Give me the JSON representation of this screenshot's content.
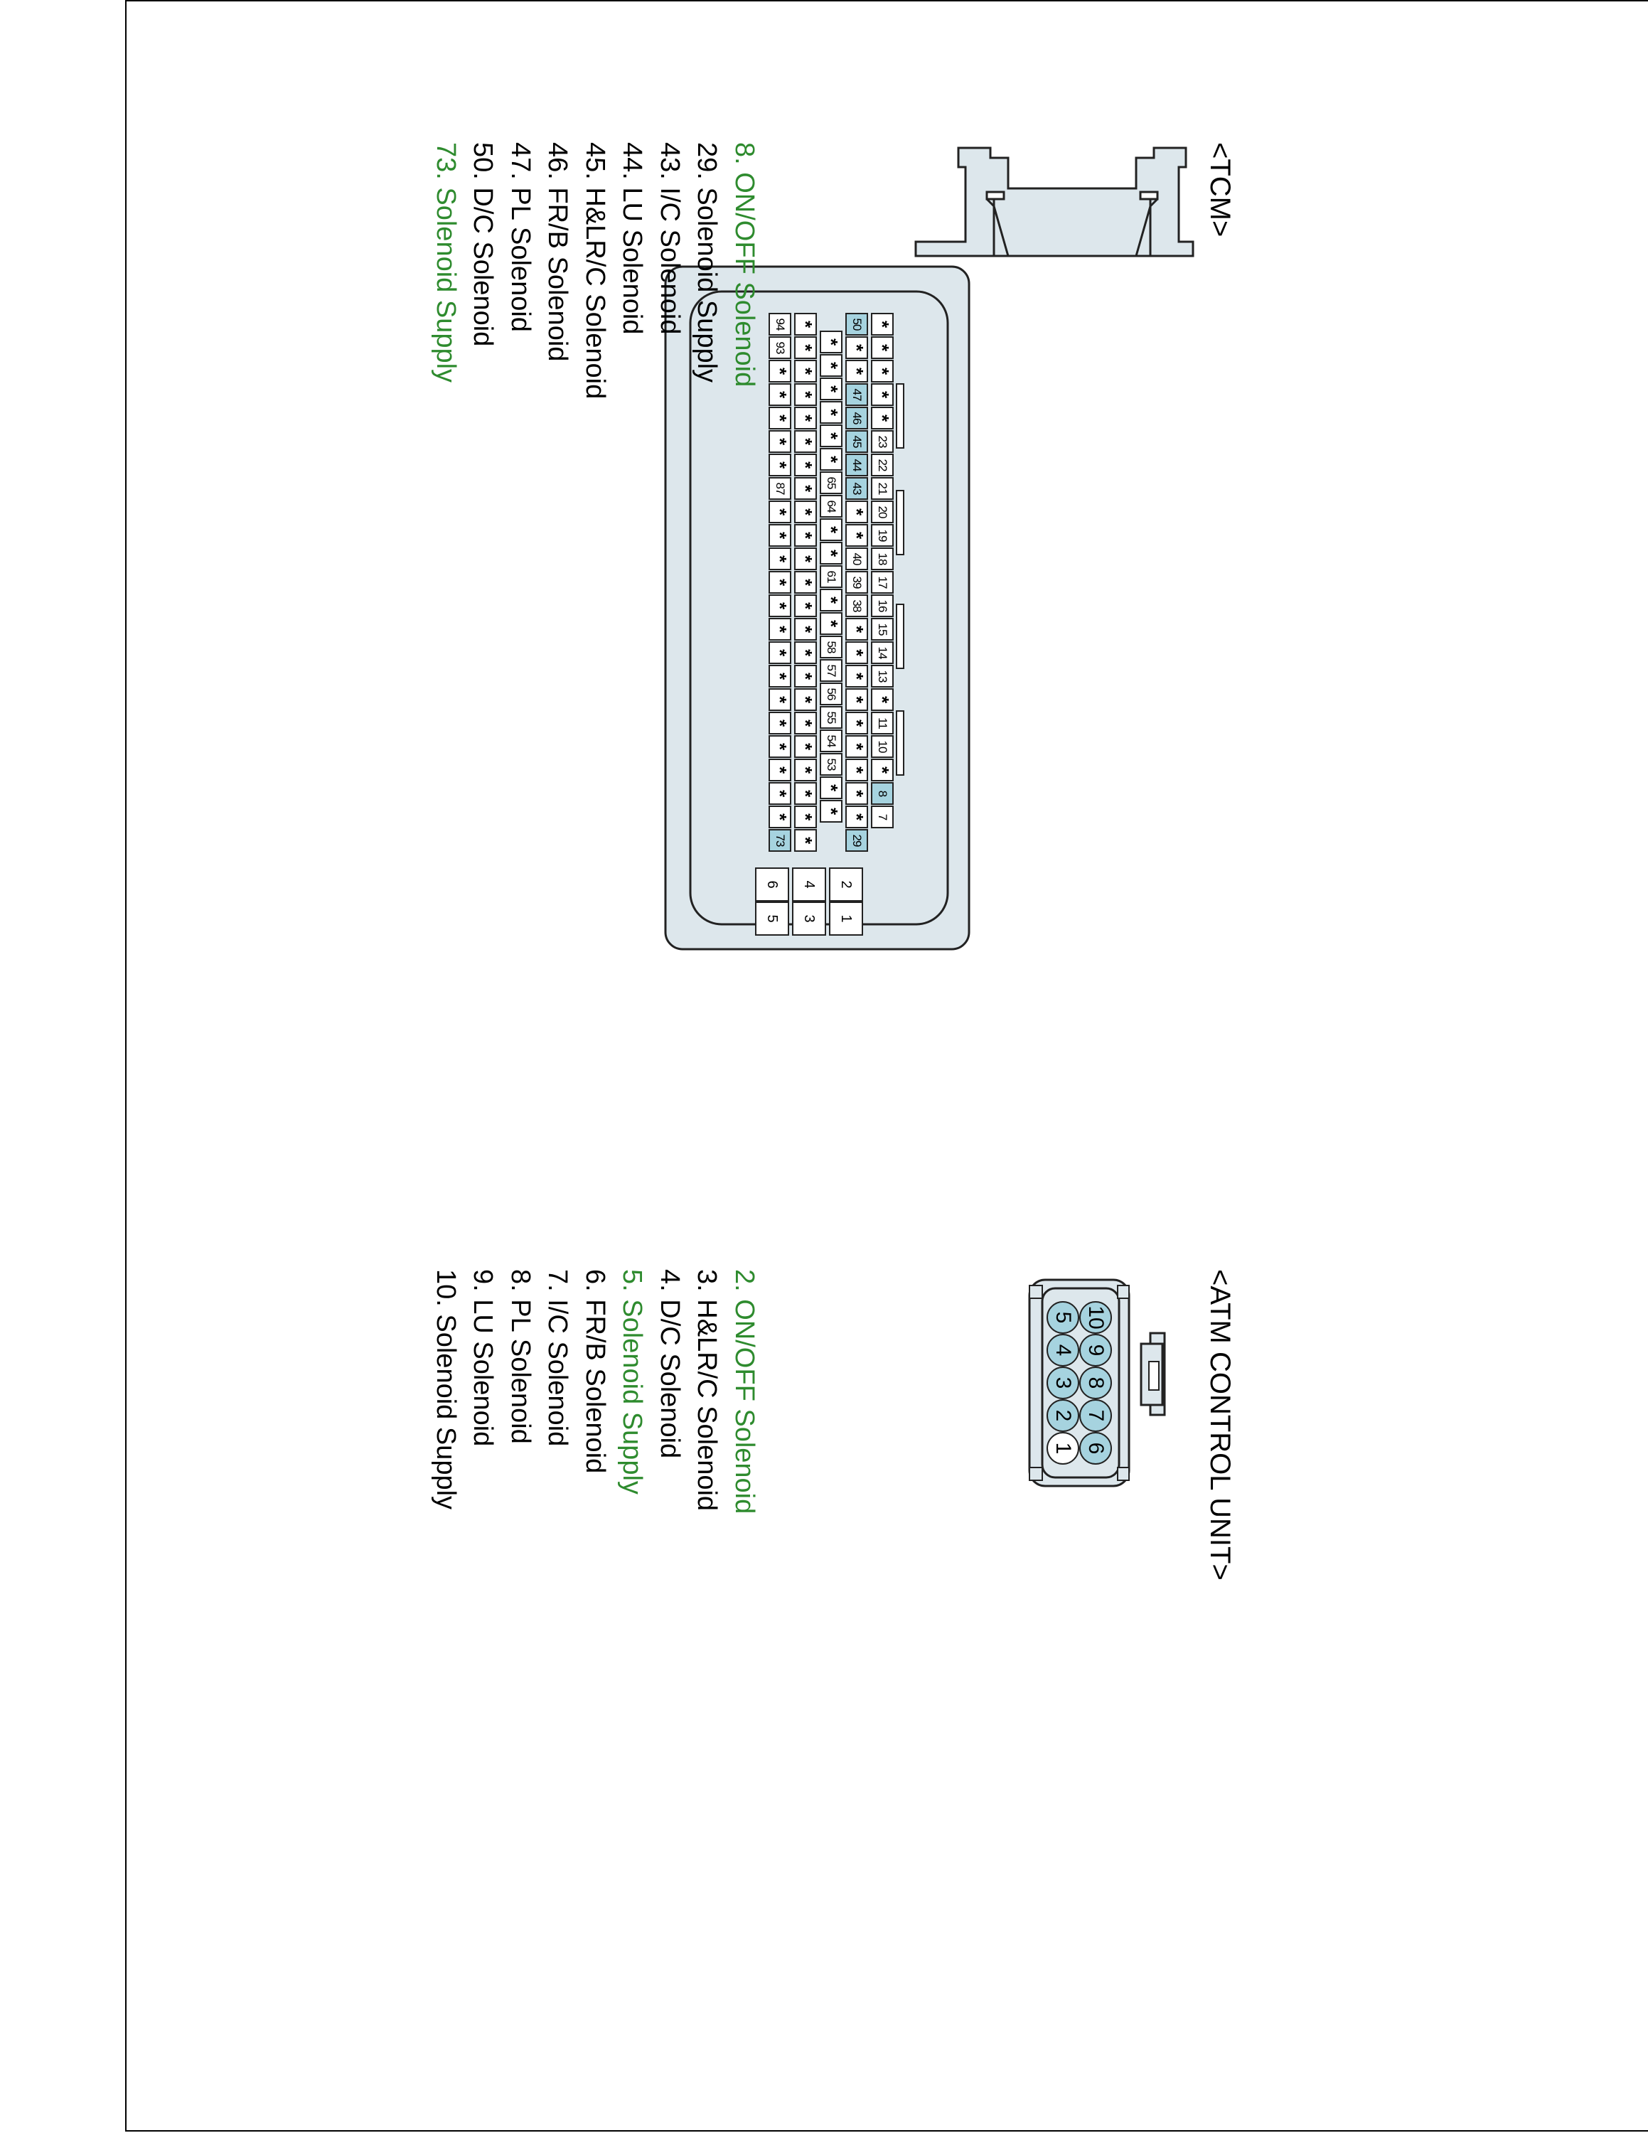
{
  "tcm": {
    "title": "<TCM>",
    "legend": [
      {
        "text": "8. ON/OFF Solenoid",
        "color": "#2e8b2e"
      },
      {
        "text": "29. Solenoid Supply",
        "color": "#000000"
      },
      {
        "text": "43. I/C Solenoid",
        "color": "#000000"
      },
      {
        "text": "44. LU Solenoid",
        "color": "#000000"
      },
      {
        "text": "45. H&LR/C Solenoid",
        "color": "#000000"
      },
      {
        "text": "46. FR/B Solenoid",
        "color": "#000000"
      },
      {
        "text": "47. PL Solenoid",
        "color": "#000000"
      },
      {
        "text": "50. D/C Solenoid",
        "color": "#000000"
      },
      {
        "text": "73. Solenoid Supply",
        "color": "#2e8b2e"
      }
    ],
    "pin_rows": [
      [
        "94",
        "93",
        "*",
        "*",
        "*",
        "*",
        "*",
        "87",
        "*",
        "*",
        "*",
        "*",
        "*",
        "*",
        "*",
        "*",
        "*",
        "*",
        "*",
        "*",
        "*",
        "*",
        "73"
      ],
      [
        "*",
        "*",
        "*",
        "*",
        "*",
        "*",
        "*",
        "*",
        "*",
        "*",
        "*",
        "*",
        "*",
        "*",
        "*",
        "*",
        "*",
        "*",
        "*",
        "*",
        "*",
        "*",
        "*"
      ],
      [
        "*",
        "*",
        "*",
        "*",
        "*",
        "*",
        "65",
        "64",
        "*",
        "*",
        "61",
        "*",
        "*",
        "58",
        "57",
        "56",
        "55",
        "54",
        "53",
        "*",
        "*"
      ],
      [
        "50",
        "*",
        "*",
        "47",
        "46",
        "45",
        "44",
        "43",
        "*",
        "*",
        "40",
        "39",
        "38",
        "*",
        "*",
        "*",
        "*",
        "*",
        "*",
        "*",
        "*",
        "*",
        "29"
      ],
      [
        "*",
        "*",
        "*",
        "*",
        "*",
        "23",
        "22",
        "21",
        "20",
        "19",
        "18",
        "17",
        "16",
        "15",
        "14",
        "13",
        "*",
        "11",
        "10",
        "*",
        "8",
        "7"
      ]
    ],
    "highlighted_pins": [
      "8",
      "29",
      "43",
      "44",
      "45",
      "46",
      "47",
      "50",
      "73"
    ],
    "power_pins": [
      [
        "6",
        "5"
      ],
      [
        "4",
        "3"
      ],
      [
        "2",
        "1"
      ]
    ],
    "highlight_color": "#a6d3df"
  },
  "atm": {
    "title": "<ATM CONTROL UNIT>",
    "legend": [
      {
        "text": "2. ON/OFF Solenoid",
        "color": "#2e8b2e"
      },
      {
        "text": "3. H&LR/C Solenoid",
        "color": "#000000"
      },
      {
        "text": "4. D/C Solenoid",
        "color": "#000000"
      },
      {
        "text": "5. Solenoid Supply",
        "color": "#2e8b2e"
      },
      {
        "text": "6. FR/B Solenoid",
        "color": "#000000"
      },
      {
        "text": "7. I/C Solenoid",
        "color": "#000000"
      },
      {
        "text": "8. PL Solenoid",
        "color": "#000000"
      },
      {
        "text": "9. LU Solenoid",
        "color": "#000000"
      },
      {
        "text": "10. Solenoid Supply",
        "color": "#000000"
      }
    ],
    "pin_rows": [
      [
        "5",
        "4",
        "3",
        "2",
        "1"
      ],
      [
        "10",
        "9",
        "8",
        "7",
        "6"
      ]
    ],
    "white_pins": [
      "1"
    ],
    "highlight_color": "#a6d3df"
  }
}
